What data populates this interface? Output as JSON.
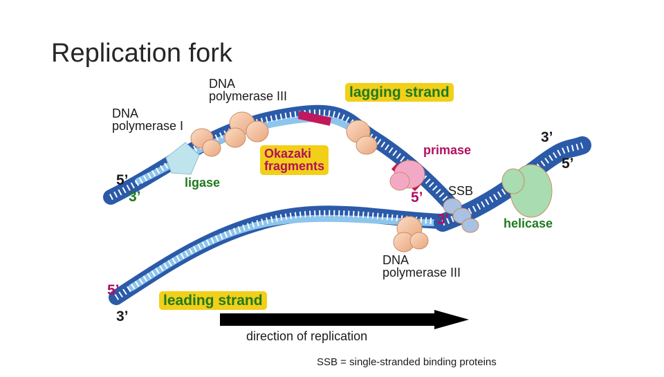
{
  "slide": {
    "title": "Replication fork"
  },
  "labels": {
    "pol3_top": [
      "DNA",
      "polymerase III"
    ],
    "pol1": [
      "DNA",
      "polymerase I"
    ],
    "lagging_strand": "lagging strand",
    "okazaki": [
      "Okazaki",
      "fragments"
    ],
    "primase": "primase",
    "ligase": "ligase",
    "ssb": "SSB",
    "helicase": "helicase",
    "pol3_bottom": [
      "DNA",
      "polymerase III"
    ],
    "leading_strand": "leading strand",
    "direction": "direction of replication",
    "footnote": "SSB = single-stranded binding proteins"
  },
  "ends": {
    "upper_left_5": "5’",
    "upper_left_3": "3’",
    "top_right_3": "3’",
    "top_right_5": "5’",
    "mid_5": "5’",
    "mid_3": "3’",
    "lower_left_5": "5’",
    "lower_left_3": "3’"
  },
  "colors": {
    "strand_dark": "#2b5aa8",
    "strand_light": "#8ec5ec",
    "rung": "#ffffff",
    "polymerase": "#f6c7a6",
    "primer": "#c2185b",
    "primase": "#f3a9c6",
    "ssb": "#a9c1e3",
    "helicase": "#a9dcb0",
    "ligase": "#bfe4ee",
    "highlight": "#f2cf19",
    "arrow": "#000000"
  }
}
